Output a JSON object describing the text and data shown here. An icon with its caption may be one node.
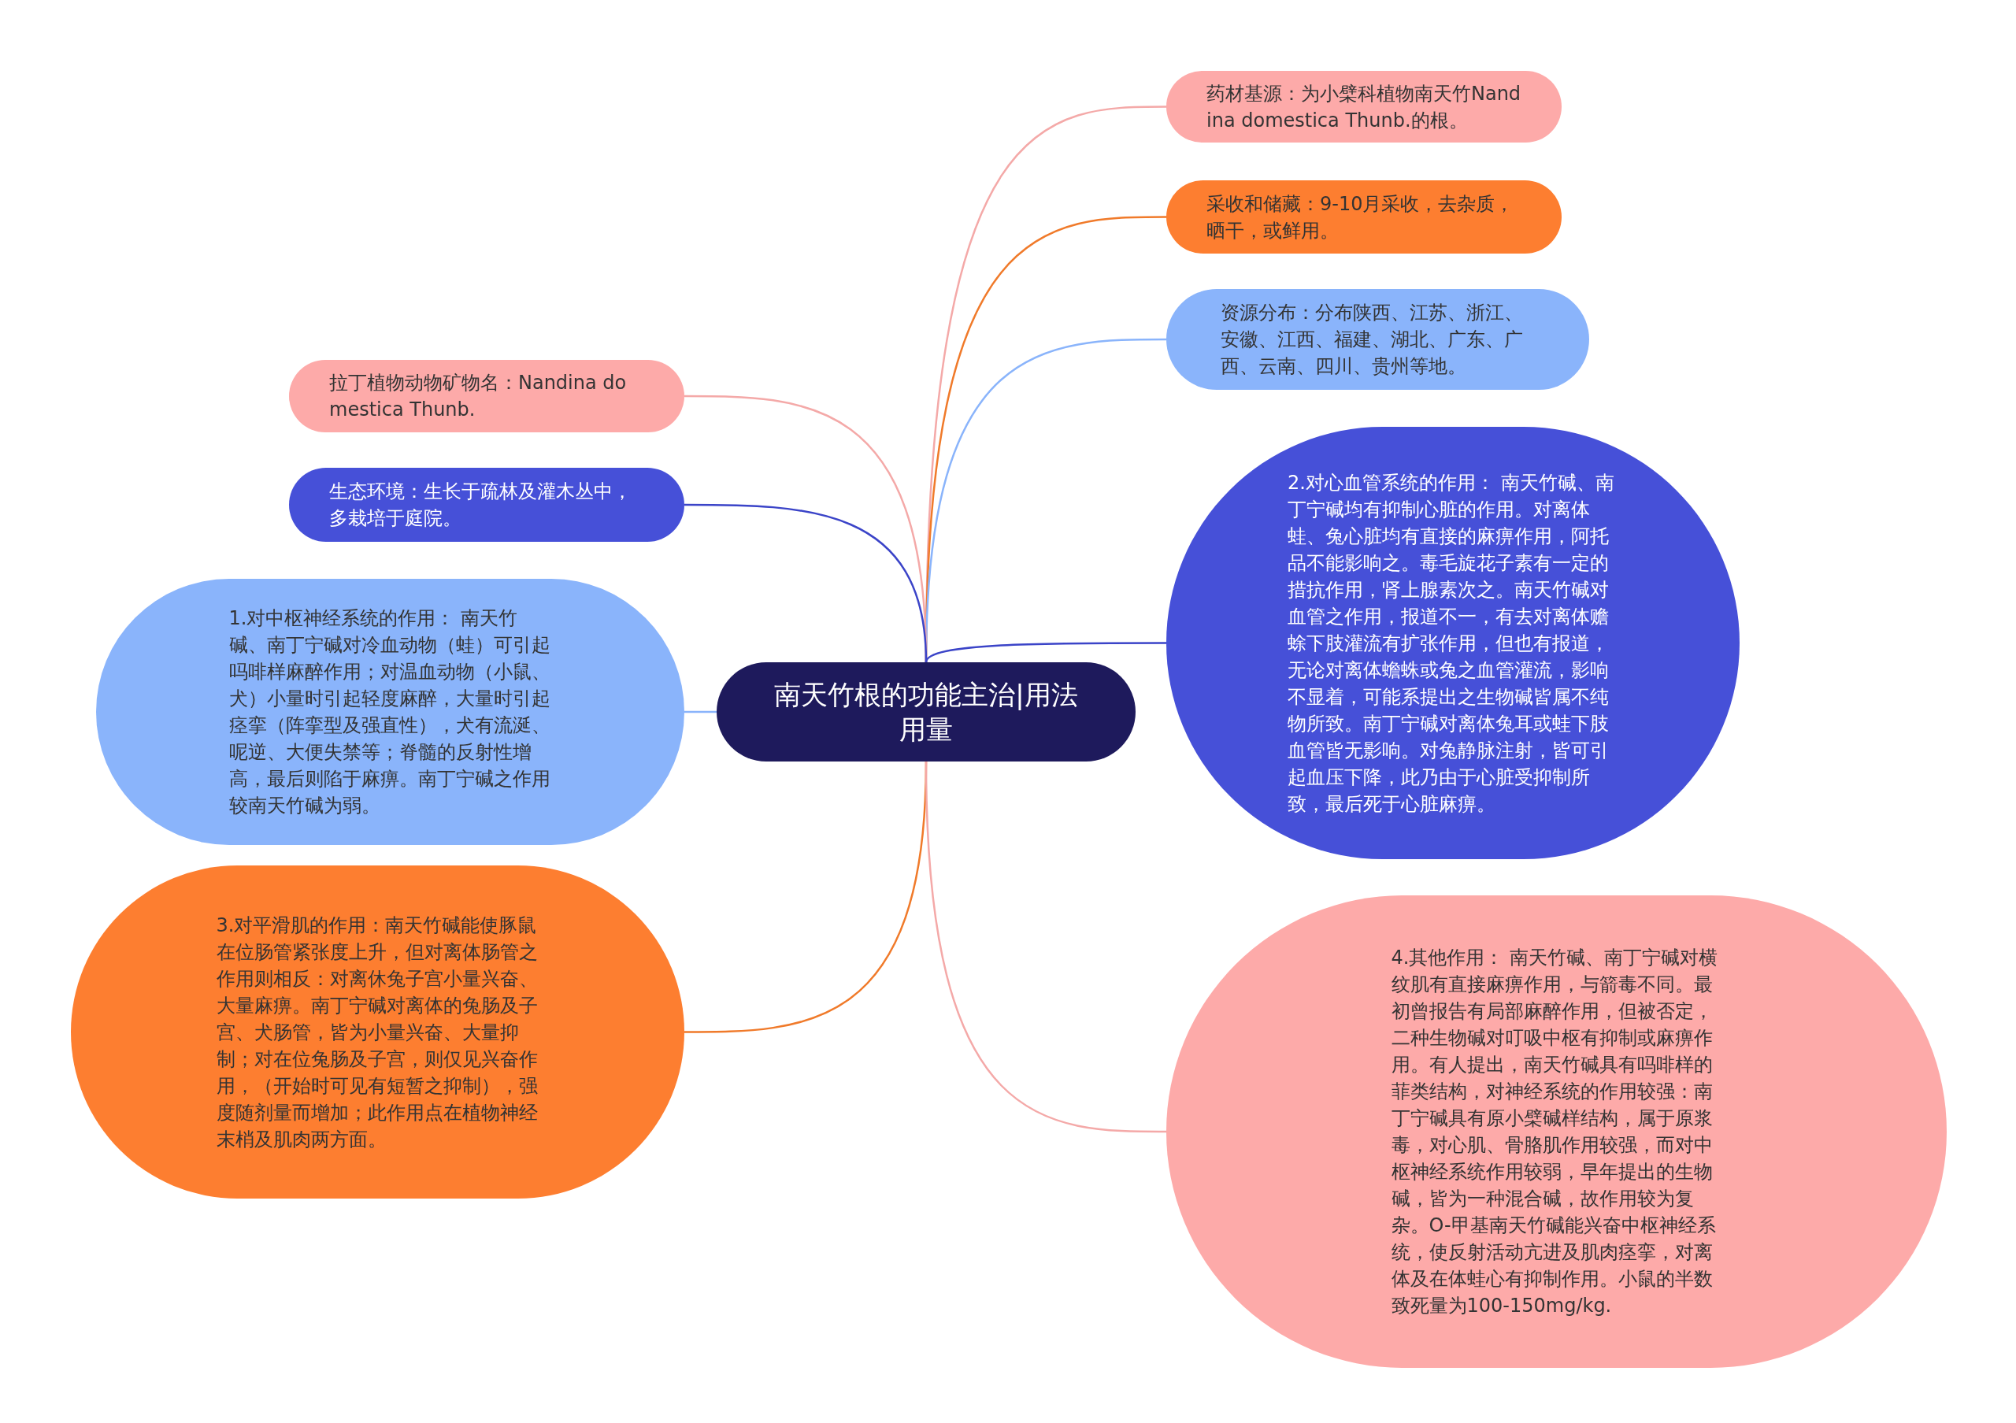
{
  "diagram": {
    "nodes": [
      {
        "text": [
          "南天竹根的功能主治|用法用量"
        ]
      },
      {
        "text": [
          "药材基源：为小檗科植物南天竹Nandina domestica Thunb.的根。"
        ]
      },
      {
        "text": [
          "采收和储藏：9-10月采收，去杂质，晒干，或鲜用。"
        ]
      },
      {
        "text": [
          "资源分布：分布陕西、江苏、浙江、安徽、江西、福建、湖北、广东、广西、云南、四川、贵州等地。"
        ]
      },
      {
        "text": [
          "拉丁植物动物矿物名：Nandina domestica Thunb."
        ]
      },
      {
        "text": [
          "生态环境：生长于疏林及灌木丛中，多栽培于庭院。"
        ]
      },
      {
        "text": [
          "1.对中枢神经系统的作用： 南天竹碱、南丁宁碱对冷血动物（蛙）可引起吗啡样麻醉作用；对温血动物（小鼠、犬）小量时引起轻度麻醉，大量时引起痉挛（阵挛型及强直性），犬有流涎、呢逆、大便失禁等；脊髓的反射性增高，最后则陷于麻痹。南丁宁碱之作用较南天竹碱为弱。"
        ]
      },
      {
        "text": [
          "2.对心血管系统的作用： 南天竹碱、南丁宁碱均有抑制心脏的作用。对离体蛙、兔心脏均有直接的麻痹作用，阿托品不能影响之。毒毛旋花子素有一定的措抗作用，肾上腺素次之。南天竹碱对血管之作用，报道不一，有去对离体赡蜍下肢灌流有扩张作用，但也有报道，无论对离体蟾蛛或兔之血管灌流，影响不显着，可能系提出之生物碱皆属不纯物所致。南丁宁碱对离体兔耳或蛙下肢血管皆无影响。对兔静脉注射，皆可引起血压下降，此乃由于心脏受抑制所致，最后死于心脏麻痹。"
        ]
      },
      {
        "text": [
          "3.对平滑肌的作用：南天竹碱能使豚鼠在位肠管紧张度上升，但对离体肠管之作用则相反：对离休兔子宫小量兴奋、大量麻痹。南丁宁碱对离体的兔肠及子宫、犬肠管，皆为小量兴奋、大量抑制；对在位兔肠及子宫，则仅见兴奋作用，（开始时可见有短暂之抑制），强度随剂量而增加；此作用点在植物神经末梢及肌肉两方面。"
        ]
      },
      {
        "text": [
          "4.其他作用： 南天竹碱、南丁宁碱对横纹肌有直接麻痹作用，与箭毒不同。最初曾报告有局部麻醉作用，但被否定，二种生物碱对叮吸中枢有抑制或麻痹作用。有人提出，南天竹碱具有吗啡样的菲类结构，对神经系统的作用较强：南丁宁碱具有原小檗碱样结构，属于原浆毒，对心肌、骨胳肌作用较强，而对中枢神经系统作用较弱，早年提出的生物碱，皆为一种混合碱，故作用较为复杂。O-甲基南天竹碱能兴奋中枢神经系统，使反射活动亢进及肌肉痉挛，对离体及在体蛙心有抑制作用。小鼠的半数致死量为100-150mg/kg."
        ]
      }
    ],
    "edges": [
      {
        "from": 0,
        "to": 1,
        "arrow": "none",
        "color": "#f4a9a8"
      },
      {
        "from": 0,
        "to": 2,
        "arrow": "none",
        "color": "#f07a2a"
      },
      {
        "from": 0,
        "to": 3,
        "arrow": "none",
        "color": "#8ab4fb"
      },
      {
        "from": 0,
        "to": 4,
        "arrow": "none",
        "color": "#f4a9a8"
      },
      {
        "from": 0,
        "to": 5,
        "arrow": "none",
        "color": "#3b44c8"
      },
      {
        "from": 0,
        "to": 6,
        "arrow": "none",
        "color": "#8ab4fb"
      },
      {
        "from": 0,
        "to": 7,
        "arrow": "none",
        "color": "#3b44c8"
      },
      {
        "from": 0,
        "to": 8,
        "arrow": "none",
        "color": "#f07a2a"
      },
      {
        "from": 0,
        "to": 9,
        "arrow": "none",
        "color": "#f4a9a8"
      }
    ]
  }
}
